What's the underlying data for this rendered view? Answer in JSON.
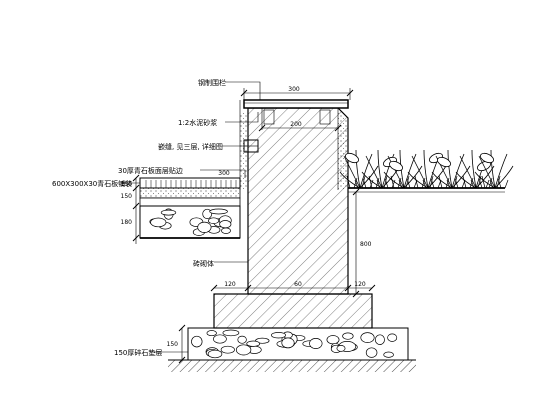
{
  "colors": {
    "line": "#000000",
    "background": "#ffffff"
  },
  "labels": {
    "cap_finish": "钢制围栏",
    "top_plaster": "1:2水泥砂浆",
    "joint_detail": "嵌缝, 见三层, 详细图",
    "paving_note": "30厚青石板面层贴边",
    "wall_body": "砖砌体",
    "base_gravel": "150厚碎石垫层",
    "paving_spec": "600X300X30青石板铺装"
  },
  "dimensions": {
    "top_width": "300",
    "inner_width": "200",
    "step": "300",
    "left_a": "150",
    "left_b": "150",
    "left_c": "180",
    "wall_height": "800",
    "footing_left": "120",
    "footing_mid": "60",
    "footing_right": "120",
    "base_depth": "150"
  }
}
